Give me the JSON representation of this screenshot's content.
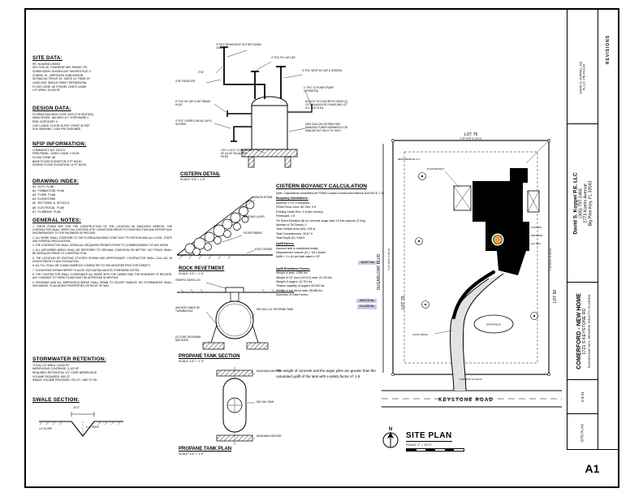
{
  "left": {
    "site_data": {
      "heading": "SITE DATA:",
      "lines": [
        "RE: 00166930-000000",
        "SECTION 35, TOWNSHIP 66S, RANGE 27E",
        "SUBDIVISION: SUGARLOAF SHORES PLAT 2",
        "ZONING: IS - IMPROVED SUBDIVISION",
        "SETBACKS: FRONT 25', SIDES 10', REAR 20'",
        "LAND USE: SINGLE FAMILY RESIDENTIAL",
        "FLOOD ZONE: AE 9  PANEL 12087C-1516K",
        "LOT AREA: 10,000 SF"
      ]
    },
    "design_data": {
      "heading": "DESIGN DATA:",
      "lines": [
        "FLORIDA BUILDING CODE 2020 (7TH EDITION)",
        "WIND SPEED: 180 MPH ULT / EXPOSURE C",
        "RISK CATEGORY: II",
        "LIVE LOADS: FLOOR 40 PSF / ROOF 30 PSF",
        "SOIL BEARING: 2,000 PSF ASSUMED"
      ]
    },
    "nfip": {
      "heading": "NFIP INFORMATION:",
      "lines": [
        "COMMUNITY NO: 120173",
        "FIRM PANEL: 12087C-1516K  2-18-05",
        "FLOOD ZONE: AE",
        "BASE FLOOD ELEVATION: 9 FT NGVD",
        "DESIGN FLOOD ELEVATION: 10 FT NGVD"
      ]
    },
    "drawing_index": {
      "heading": "DRAWING INDEX:",
      "lines": [
        "A1  SITE PLAN",
        "A2  FOUNDATION PLAN",
        "A3  FLOOR PLAN",
        "A4  ELEVATIONS",
        "A5  SECTIONS & DETAILS",
        "A6  ELECTRICAL PLAN",
        "A7  PLUMBING PLAN"
      ]
    },
    "general_notes": {
      "heading": "GENERAL NOTES:",
      "lines": [
        "1. THESE PLANS ARE FOR THE CONSTRUCTION OF THE LOCATION AS INDICATED HEREON. THE CONTRACTOR SHALL VERIFY ALL EXISTING SITE CONDITIONS PRIOR TO CONSTRUCTION AND REPORT ANY DISCREPANCIES TO THE ENGINEER OF RECORD.",
        "2. ALL WORK SHALL CONFORM TO THE FLORIDA BUILDING CODE 2020 7TH EDITION AND ALL LOCAL, STATE AND FEDERAL REGULATIONS.",
        "3. THE CONTRACTOR SHALL OBTAIN ALL REQUIRED PERMITS PRIOR TO COMMENCEMENT OF ANY WORK.",
        "4. ALL DISTURBED AREAS SHALL BE RESTORED TO ORIGINAL CONDITION OR BETTER. SILT FENCE SHALL BE INSTALLED PRIOR TO CONSTRUCTION.",
        "5. THE LOCATION OF EXISTING UTILITIES SHOWN ARE APPROXIMATE. CONTRACTOR SHALL CALL 811 48 HOURS PRIOR TO ANY EXCAVATION.",
        "6. ALL FILL SHALL BE CLEAN LIMEROCK COMPACTED TO 95% MODIFIED PROCTOR DENSITY.",
        "7. ELEVATIONS SHOWN REFER TO NGVD 1929 DATUM UNLESS OTHERWISE NOTED.",
        "8. THE CONTRACTOR SHALL COORDINATE ALL WORK WITH THE OWNER AND THE ENGINEER OF RECORD. ANY CHANGES TO THESE PLANS MUST BE APPROVED IN WRITING.",
        "9. DRIVEWAY AND ALL IMPERVIOUS AREAS SHALL DRAIN TO ON-SITE SWALES. NO STORMWATER SHALL DISCHARGE TO ADJACENT PROPERTIES OR RIGHT OF WAY."
      ]
    },
    "stormwater": {
      "heading": "STORMWATER RETENTION:",
      "lines": [
        "TOTAL LOT AREA: 10,000 SF",
        "IMPERVIOUS COVERAGE: 3,120 SF",
        "REQUIRED RETENTION: 2.5\" OVER IMPERVIOUS",
        "VOLUME REQUIRED: 650 CF",
        "SWALE VOLUME PROVIDED: 720 CF > 650 CF  OK"
      ]
    },
    "swale": {
      "heading": "SWALE SECTION:",
      "labels": [
        "20'-0\"",
        "1'-0\" DEEP",
        "4:1 SLOPE"
      ]
    }
  },
  "details": {
    "cistern": {
      "title": "CISTERN DETAIL",
      "scale": "SCALE: 1/4\" = 1'-0\"",
      "labels": [
        "3\" PVC FROM ROOF GUTTER DOWN LEADER",
        "4\" PVC FILL W/ CAP",
        "3\"x3\"",
        "3\"x5\" REDUCER",
        "4\" PVC VENT W/ CAP & SCREEN",
        "1\" PVC TO PUMP (PUMP OPERATED)",
        "ATTACH TO CONCRETE USING (2) 1/2\" DIA ANCHOR CHASE AND 1/2\" S.S. BOLTS EA.",
        "6\" PVC W/ CAP & 3/8\" DRAIN HOLE",
        "4\" PVC OVERFLOW W/ CAP & SCREEN",
        "2000 GALLON CISTERN SEE MANUFACTURER NORWESCO OR SIMILAR 102\" DIA X 79\" HIGH",
        "13'0\" x 13'11\" CONC SLAB W/ (4) 18\" DIA AUGER PILES"
      ]
    },
    "rock": {
      "title": "ROCK REVETMENT",
      "scale": "SCALE: 1/2\" = 1'-0\"",
      "labels": [
        "ARMOR STONE",
        "BEDDING LAYER",
        "FILTER FABRIC",
        "EXIST GRADE"
      ]
    },
    "propane_section": {
      "title": "PROPANE TANK SECTION",
      "scale": "SCALE: 1/2\" = 1'-0\"",
      "labels": [
        "TRAFFIC RATED LID",
        "ANCHOR CABLE W/ TURNBUCKLE",
        "500 GAL U.G. PROPANE TANK",
        "(2) CONC DEADMAN ANCHORS"
      ]
    },
    "propane_plan": {
      "title": "PROPANE TANK PLAN",
      "scale": "SCALE: 1/2\" = 1'-0\"",
      "labels": [
        "DEADMAN ANCHOR",
        "500 GAL TANK",
        "DEADMAN ANCHOR"
      ]
    }
  },
  "calc": {
    "title": "CISTERN BOYANCY CALCULATION",
    "lines": [
      "Note: Calculations completed per FEMA Coastal Construction Manual and ASCE 7-16",
      {
        "text": "Buoyancy Calculations:",
        "cls": "u"
      },
      "Address: 1721 S Keystone",
      "FEMA Flood Zone: AE   Elev: 9 ft",
      "Existing Grade Elev: 4 ft  (see survey)",
      "Freeboard: 1 ft",
      "Tie Down Elevation (ft) for concrete auger slab 3 ft into caprock, 8' long",
      "Number of Tie Downs: 4",
      "Tank Surface Area (SA): 228 sf",
      "Tank Circumference: 26.67 ft",
      "Tank Depth (D): 6.58 ft",
      {
        "text": "Uplift Forces:",
        "cls": "u"
      },
      "Assume tank is completely empty",
      "Displacement Volume (V) = SA x Depth",
      "Uplift = V x 64 pcf (salt water) x SF",
      {
        "text": "18,627 lbs",
        "cls": "hl"
      },
      {
        "text": "Uplift Resistance Forces:",
        "cls": "u"
      },
      "Weight of tank: 1,589 lbs",
      "Weight of 12\" conc (13'x13') slab: 42,700 lbs",
      "Weight of augers: 22,701 lbs",
      "Tension capacity of augers: 60,000 lbs",
      "Weight of soil above slab: 58,685 lbs",
      "Summary of Total Forces:",
      {
        "text": "185,675 lbs",
        "cls": "hl"
      },
      {
        "text": "114,268 lbs",
        "cls": "hl"
      }
    ],
    "footnote": "The weight of concrete and the auger piles are greater than the calculated uplift of the tank with a safety factor of: 1.8"
  },
  "site": {
    "lot_top": "LOT 76",
    "lot_left": "LOT 79",
    "lot_right": "LOT 80",
    "street_left": "SUGARLOAF BLVD",
    "street_bottom": "KEYSTONE ROAD",
    "dim_top": "S 89°40'36\" E   100.00'",
    "dim_bottom": "N 89°40'36\" W   100.00'",
    "dim_left": "N 00°19'24\" E   200.00'",
    "dim_right": "S 00°19'24\" W   200.00'",
    "callouts": [
      "CISTERN",
      "PROPANE",
      "A/C PAD",
      "PLANTER BOX",
      "CONC DRIVE",
      "DRAINFIELD",
      "BENCHMARK EL 4.2'"
    ],
    "title": "SITE PLAN",
    "scale": "SCALE: 1\" = 10'-0\"",
    "north_label": "N"
  },
  "tb": {
    "revisions_label": "REVISIONS",
    "engineer_line1": "DAVID S. KOPPEL, P.E.",
    "engineer_line2": "FL LIC. PE #42104",
    "firm": {
      "name": "David S. Koppel P.E.  LLC",
      "phone": "(305) 797-1465",
      "address1": "2773 Koehn Avenue",
      "address2": "Big Pine Key, FL 33043"
    },
    "project": {
      "line1": "COMERFORD - NEW HOME",
      "line2": "1721 S KEYSTONE RD",
      "line3": "SUGARLOAF KEY, MONROE COUNTY, FLORIDA"
    },
    "date": "6-9-21",
    "sheet_name": "SITE PLAN",
    "sheet_number": "A1"
  }
}
